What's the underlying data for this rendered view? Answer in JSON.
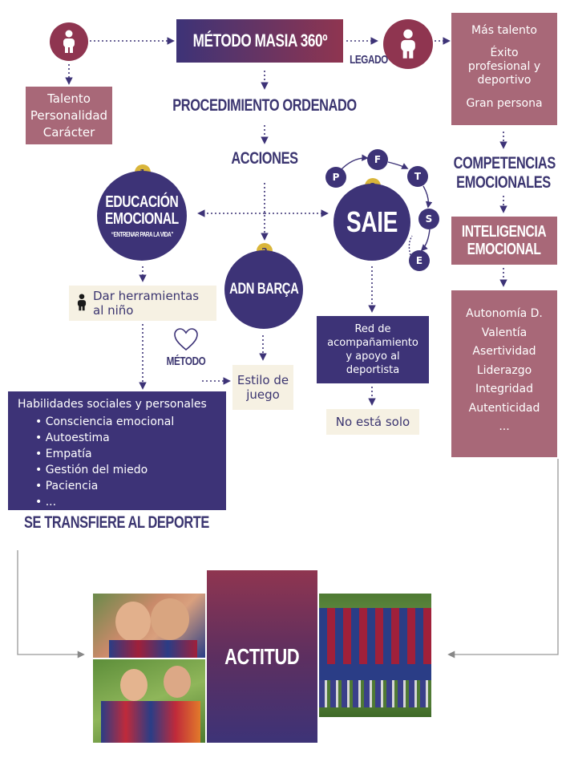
{
  "top": {
    "method_title": "MÉTODO MASIA 360º",
    "legado": "LEGADO",
    "talento_lines": [
      "Talento",
      "Personalidad",
      "Carácter"
    ],
    "outcome_lines": [
      "Más talento",
      "Éxito profesional y deportivo",
      "Gran persona"
    ]
  },
  "flow": {
    "procedimiento": "PROCEDIMIENTO ORDENADO",
    "acciones": "ACCIONES"
  },
  "actions": {
    "educacion": {
      "number": "1",
      "title_line1": "EDUCACIÓN",
      "title_line2": "EMOCIONAL",
      "subtitle": "“ENTRENAR PARA LA VIDA”"
    },
    "adn": {
      "number": "2",
      "title": "ADN BARÇA"
    },
    "saie": {
      "number": "3",
      "title": "SAIE",
      "letters": [
        "P",
        "F",
        "T",
        "S",
        "E"
      ]
    }
  },
  "right_column": {
    "competencias_line1": "COMPETENCIAS",
    "competencias_line2": "EMOCIONALES",
    "inteligencia_line1": "INTELIGENCIA",
    "inteligencia_line2": "EMOCIONAL",
    "qualities": [
      "Autonomía D.",
      "Valentía",
      "Asertividad",
      "Liderazgo",
      "Integridad",
      "Autenticidad",
      "..."
    ]
  },
  "left_branch": {
    "herramientas_line1": "Dar herramientas",
    "herramientas_line2": "al niño",
    "metodo": "MÉTODO",
    "habilidades_title": "Habilidades sociales y personales",
    "habilidades_items": [
      "Consciencia emocional",
      "Autoestima",
      "Empatía",
      "Gestión del miedo",
      "Paciencia",
      "..."
    ],
    "transfiere": "SE TRANSFIERE AL DEPORTE"
  },
  "middle_branch": {
    "estilo_line1": "Estilo de",
    "estilo_line2": "juego"
  },
  "saie_branch": {
    "red_lines": [
      "Red de",
      "acompañamiento",
      "y apoyo al",
      "deportista"
    ],
    "no_solo": "No está solo"
  },
  "bottom": {
    "actitud": "ACTITUD"
  },
  "colors": {
    "purple": "#3d3377",
    "mauve": "#a86878",
    "gold": "#d9b53a",
    "cream": "#f6f1e3"
  }
}
